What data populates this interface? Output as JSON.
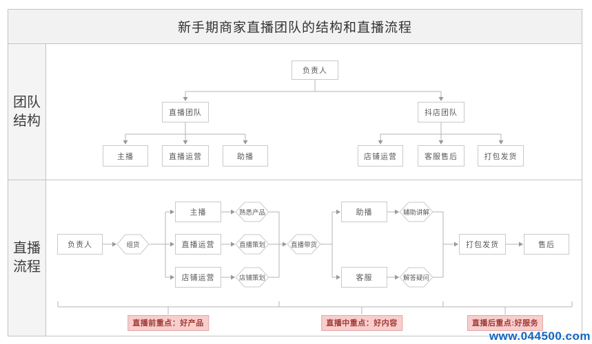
{
  "page": {
    "title": "新手期商家直播团队的结构和直播流程",
    "watermark": "www.044500.com"
  },
  "rows": {
    "team": {
      "label": "团队结构"
    },
    "flow": {
      "label": "直播流程"
    }
  },
  "org_chart": {
    "root": "负责人",
    "branches": [
      {
        "name": "直播团队",
        "children": [
          "主播",
          "直播运营",
          "助播"
        ]
      },
      {
        "name": "抖店团队",
        "children": [
          "店铺运营",
          "客服售后",
          "打包发货"
        ]
      }
    ]
  },
  "flow_chart": {
    "start": "负责人",
    "prepare_step": "组货",
    "prep_roles": [
      "主播",
      "直播运营",
      "店铺运营"
    ],
    "prep_tasks": [
      "熟悉产品",
      "直播策划",
      "店铺策划"
    ],
    "live_step": "直播带货",
    "live_roles": [
      "助播",
      "客服"
    ],
    "live_tasks": [
      "辅助讲解",
      "解答疑问"
    ],
    "shipping": "打包发货",
    "aftersale": "售后"
  },
  "annotations": [
    "直播前重点：好产品",
    "直播中重点：好内容",
    "直播后重点:好服务"
  ],
  "colors": {
    "annotation_bg": "#f8cecc",
    "annotation_border": "#e0a8a6",
    "annotation_text": "#9e3a38",
    "watermark": "#1267c5",
    "line": "#b3b3b3",
    "box_border": "#c9c9c9",
    "box_text": "#595959"
  }
}
